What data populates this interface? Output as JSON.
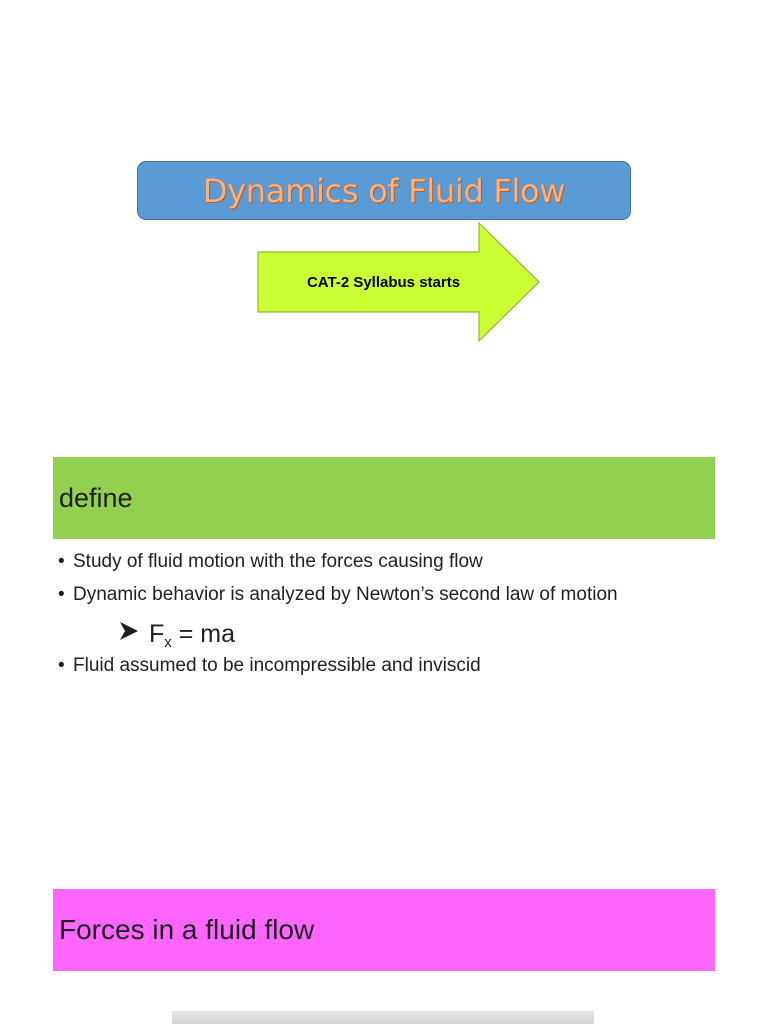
{
  "title": {
    "text": "Dynamics of Fluid Flow",
    "bg": "#5b9bd5",
    "text_color": "#f4b183"
  },
  "arrow": {
    "label": "CAT-2 Syllabus starts",
    "fill": "#ccff33"
  },
  "define_section": {
    "heading": "define",
    "bg": "#92d050",
    "bullets": [
      "Study of fluid motion with the forces causing flow",
      "Dynamic behavior is analyzed by Newton’s second law of motion"
    ],
    "formula": {
      "lhs": "F",
      "subscript": "x",
      "rhs": " = ma"
    },
    "last_bullet": "Fluid assumed to be incompressible and inviscid"
  },
  "forces_section": {
    "heading": "Forces in a fluid flow",
    "bg": "#ff66ff"
  },
  "icons": {
    "bullet": "•",
    "arrow_bullet": "arrowhead-bullet-icon"
  }
}
